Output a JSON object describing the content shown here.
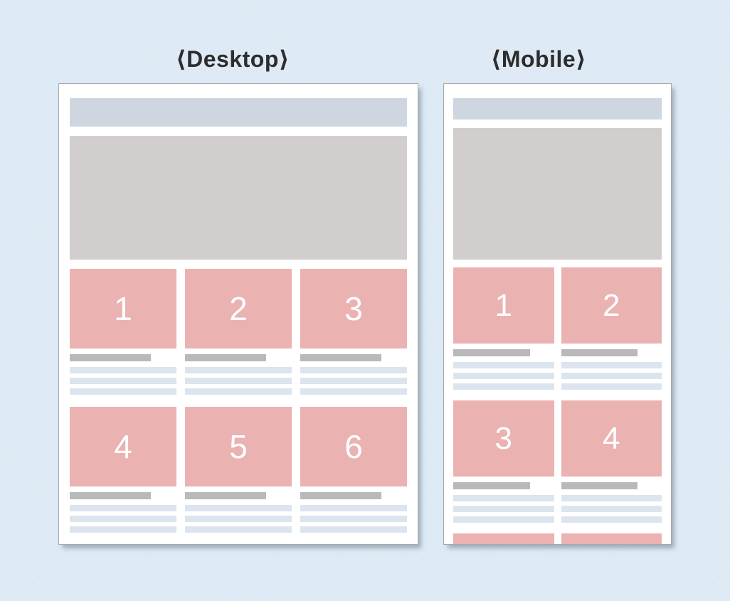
{
  "desktop": {
    "label": "⟨Desktop⟩",
    "cards": [
      {
        "number": "1"
      },
      {
        "number": "2"
      },
      {
        "number": "3"
      },
      {
        "number": "4"
      },
      {
        "number": "5"
      },
      {
        "number": "6"
      }
    ]
  },
  "mobile": {
    "label": "⟨Mobile⟩",
    "cards": [
      {
        "number": "1"
      },
      {
        "number": "2"
      },
      {
        "number": "3"
      },
      {
        "number": "4"
      },
      {
        "number": ""
      },
      {
        "number": ""
      }
    ]
  },
  "colors": {
    "page_background": "#dce9f5",
    "frame_background": "#ffffff",
    "frame_border": "#a6a9ac",
    "navbar_placeholder": "#ced7df",
    "hero_placeholder": "#d1cecd",
    "card_image": "#ebb2b2",
    "card_number_text": "#ffffff",
    "card_title_bar": "#b9b9b9",
    "text_line": "#dce5ee",
    "label_text": "#2d2d2d"
  }
}
